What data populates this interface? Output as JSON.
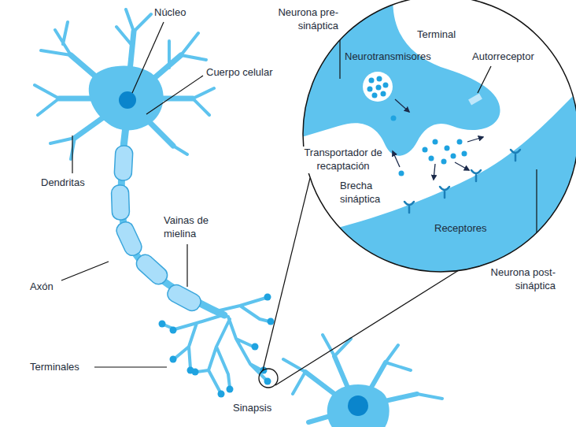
{
  "diagram": {
    "labels": [
      "Núcleo",
      "Cuerpo celular",
      "Dendritas",
      "Vainas de mielina",
      "Axón",
      "Terminales",
      "Sinapsis",
      "Neurona pre-sináptica",
      "Terminal",
      "Neurotransmisores",
      "Autorreceptor",
      "Transportador de recaptación",
      "Brecha sináptica",
      "Receptores",
      "Neurona post-sináptica"
    ]
  }
}
